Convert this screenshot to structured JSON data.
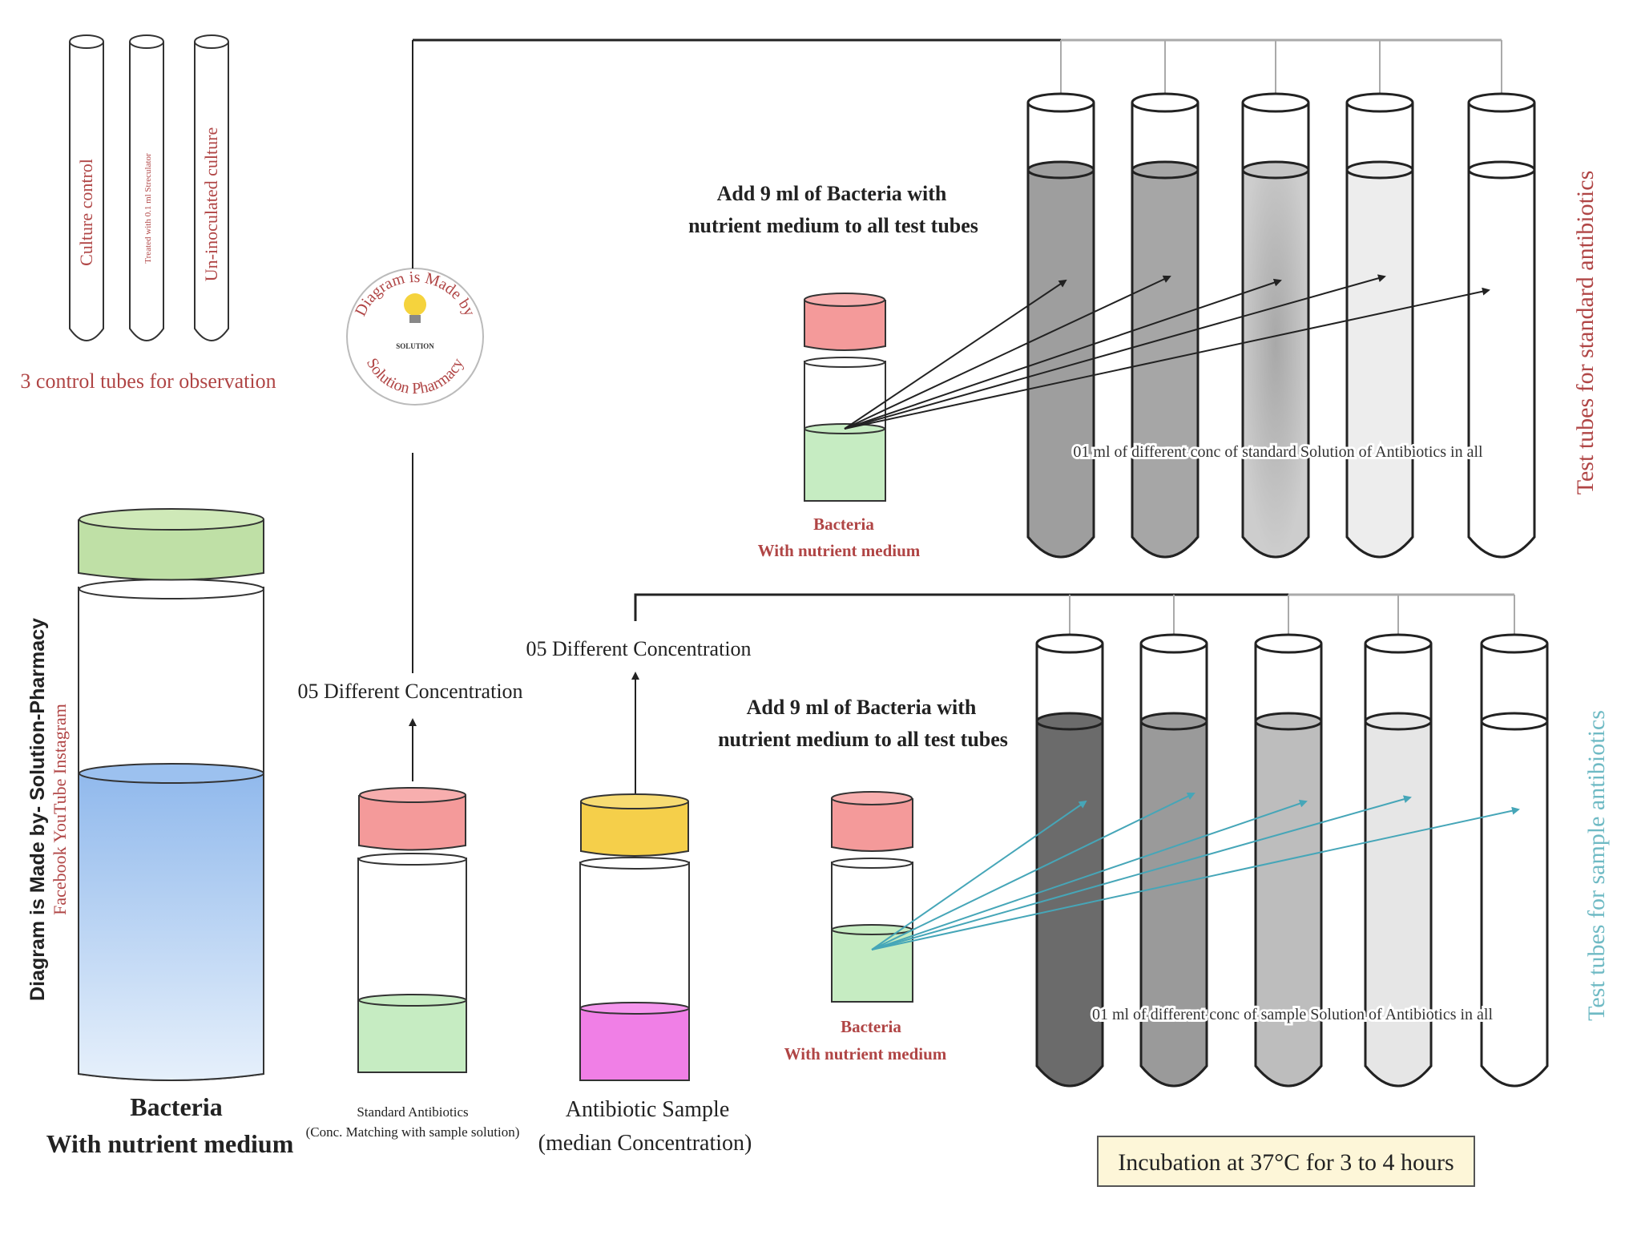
{
  "control_tubes": {
    "labels": [
      "Culture control",
      "Treated with 0.1 ml Streculator",
      "Un-inoculated culture"
    ],
    "caption": "3 control tubes for observation"
  },
  "watermark": {
    "side_title": "Diagram is Made by- Solution-Pharmacy",
    "side_subtitle": "Facebook YouTube Instagram",
    "badge_top": "Diagram is Made by",
    "badge_bottom": "Solution Pharmacy",
    "badge_center": "SOLUTION"
  },
  "big_jar": {
    "label_line1": "Bacteria",
    "label_line2": "With nutrient medium"
  },
  "standard_vial": {
    "label_line1": "Standard Antibiotics",
    "label_line2": "(Conc. Matching with sample solution)",
    "arrow_label": "05 Different Concentration"
  },
  "sample_vial": {
    "label_line1": "Antibiotic Sample",
    "label_line2": "(median Concentration)",
    "arrow_label": "05 Different Concentration"
  },
  "top_section": {
    "instruction_line1": "Add 9 ml of Bacteria with",
    "instruction_line2": "nutrient medium to all test tubes",
    "vial_label1": "Bacteria",
    "vial_label2": "With nutrient medium",
    "tube_note": "01 ml of  different conc of standard Solution of Antibiotics in all",
    "side_label": "Test tubes for standard antibiotics",
    "tube_fills": [
      "#9e9e9e",
      "#a6a6a6",
      "#c4c4c4",
      "#ededed",
      "#ffffff"
    ]
  },
  "bottom_section": {
    "instruction_line1": "Add 9 ml of Bacteria with",
    "instruction_line2": "nutrient medium to all test tubes",
    "vial_label1": "Bacteria",
    "vial_label2": "With nutrient medium",
    "tube_note": "01 ml of  different conc of  sample Solution of Antibiotics in all",
    "side_label": "Test tubes for sample antibiotics",
    "tube_fills": [
      "#6b6b6b",
      "#9a9a9a",
      "#bdbdbd",
      "#e6e6e6",
      "#ffffff"
    ]
  },
  "incubation": {
    "text": "Incubation at 37°C for 3 to 4 hours"
  },
  "colors": {
    "green_cap": "#bfe0a6",
    "green_liquid": "#c6ecc2",
    "pink_cap": "#f49a9a",
    "yellow_cap": "#f5cf4a",
    "magenta_liquid": "#f07fe6",
    "blue_liquid": "#9cc1ef",
    "label_red": "#b04545",
    "label_cyan": "#6fbac4",
    "arrow_cyan": "#46a6b8",
    "box_fill": "#fdf6d8"
  }
}
